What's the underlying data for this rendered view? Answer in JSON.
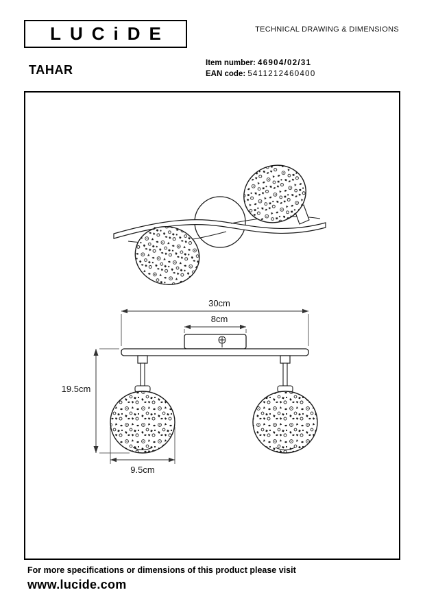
{
  "header": {
    "logo_text": "LUCiDE",
    "doc_title": "TECHNICAL DRAWING & DIMENSIONS"
  },
  "product": {
    "name": "TAHAR",
    "item_number_label": "Item number:",
    "item_number": "46904/02/31",
    "ean_label": "EAN code:",
    "ean_code": "5411212460400"
  },
  "drawing": {
    "dim_width": "30cm",
    "dim_plate": "8cm",
    "dim_height": "19.5cm",
    "dim_shade": "9.5cm"
  },
  "footer": {
    "note": "For more specifications or dimensions of this product please visit",
    "url": "www.lucide.com"
  },
  "colors": {
    "line": "#1a1a1a",
    "text": "#000000"
  }
}
